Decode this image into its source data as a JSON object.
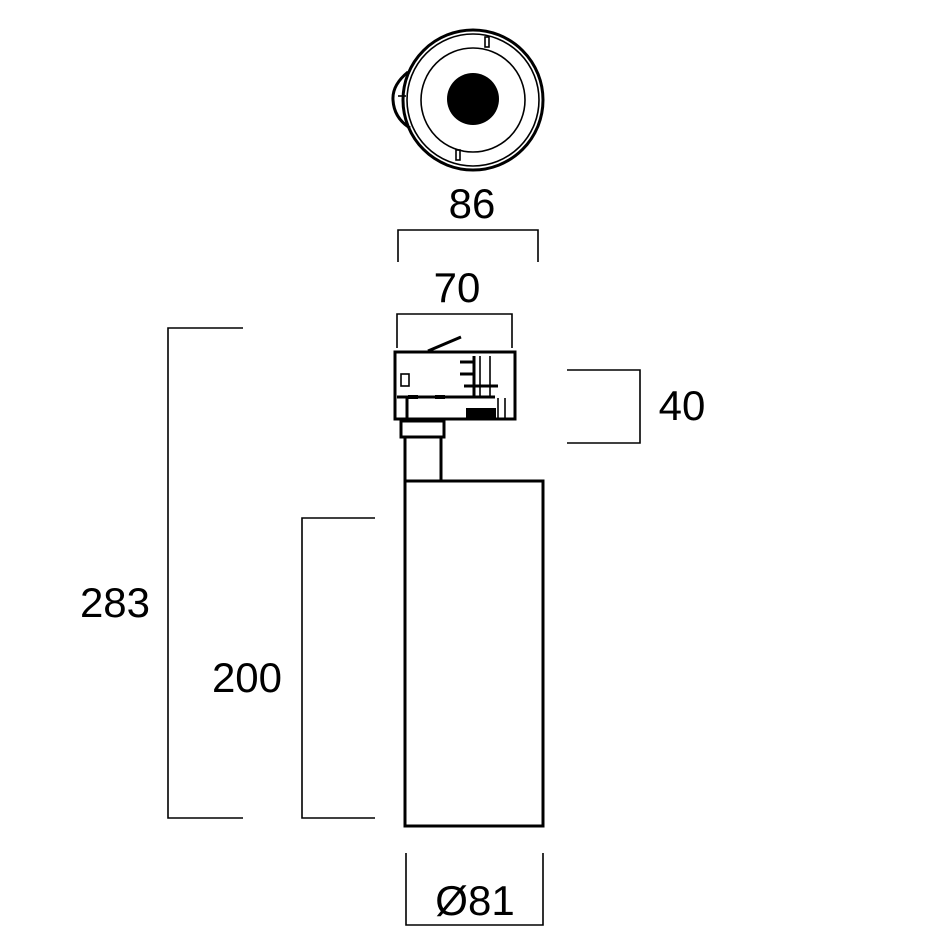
{
  "dimensions": {
    "top_width": "86",
    "adapter_width": "70",
    "adapter_height": "40",
    "overall_height": "283",
    "body_height": "200",
    "body_diameter": "Ø81"
  },
  "colors": {
    "line": "#000000",
    "background": "#ffffff"
  }
}
